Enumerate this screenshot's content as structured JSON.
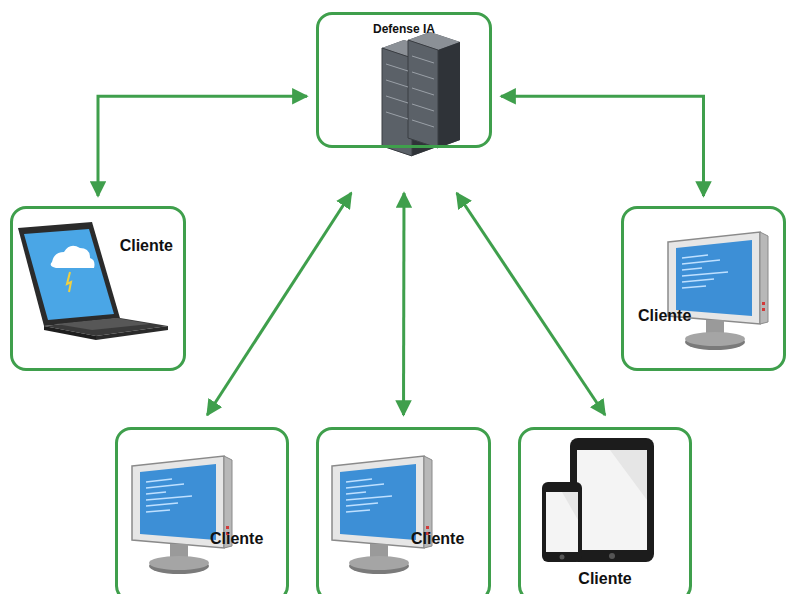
{
  "diagram": {
    "nodes": [
      {
        "text": [
          "Defense IA"
        ]
      },
      {
        "text": [
          "Cliente"
        ]
      },
      {
        "text": [
          "Cliente"
        ]
      },
      {
        "text": [
          "Cliente"
        ]
      },
      {
        "text": [
          "Cliente"
        ]
      },
      {
        "text": [
          "Cliente"
        ]
      }
    ],
    "edges": [
      {
        "from": 0,
        "to": 1,
        "arrow": "both"
      },
      {
        "from": 0,
        "to": 2,
        "arrow": "both"
      },
      {
        "from": 0,
        "to": 3,
        "arrow": "both"
      },
      {
        "from": 0,
        "to": 4,
        "arrow": "both"
      },
      {
        "from": 0,
        "to": 5,
        "arrow": "both"
      }
    ]
  }
}
